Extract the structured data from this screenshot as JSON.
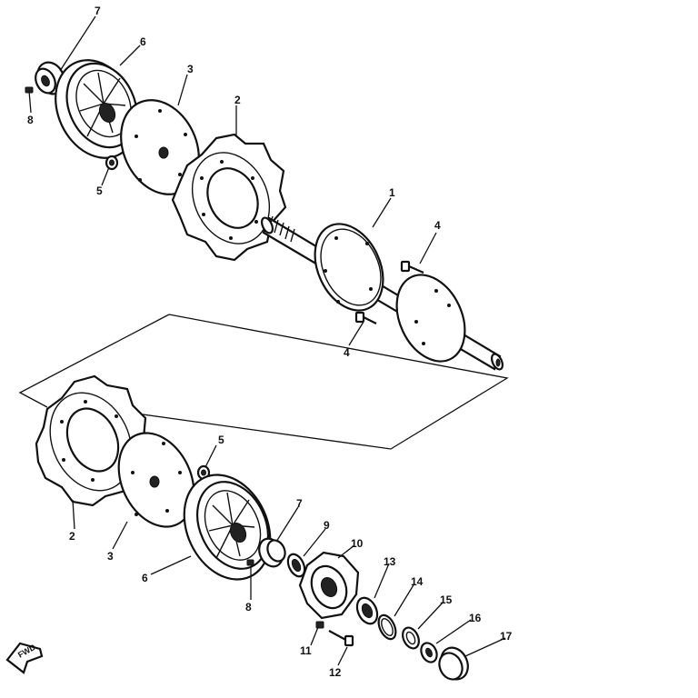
{
  "callouts": {
    "c1": "1",
    "c2a": "2",
    "c2b": "2",
    "c3a": "3",
    "c3b": "3",
    "c4a": "4",
    "c4b": "4",
    "c5a": "5",
    "c5b": "5",
    "c6a": "6",
    "c6b": "6",
    "c7a": "7",
    "c7b": "7",
    "c8a": "8",
    "c8b": "8",
    "c9": "9",
    "c10": "10",
    "c11": "11",
    "c12": "12",
    "c13": "13",
    "c14": "14",
    "c15": "15",
    "c16": "16",
    "c17": "17"
  },
  "fwd_label": "FWD",
  "colors": {
    "ink": "#111111",
    "paper": "#ffffff"
  }
}
